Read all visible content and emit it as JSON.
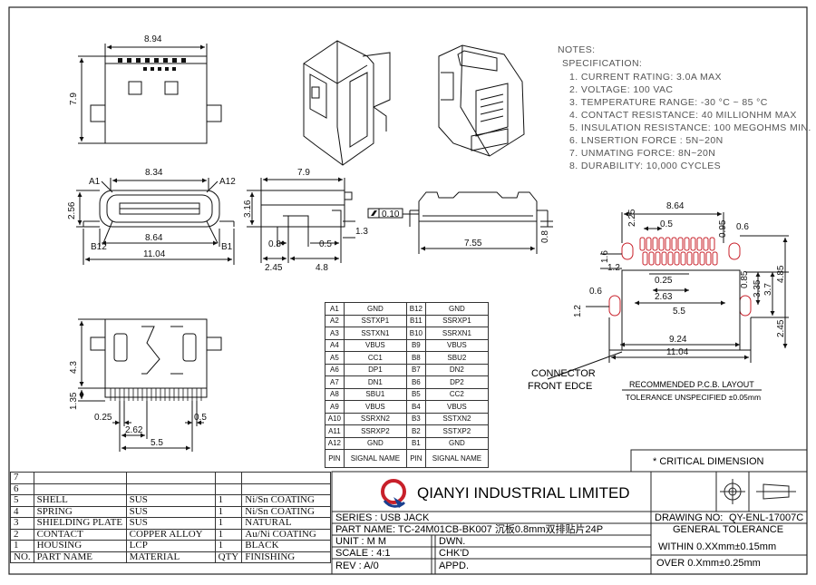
{
  "top_dims": {
    "width_top": "8.94",
    "height_top": "7.9"
  },
  "front_dims": {
    "width_inner": "8.34",
    "a1": "A1",
    "a12": "A12",
    "b12": "B12",
    "b1": "B1",
    "height": "2.56",
    "width_mid": "8.64",
    "width_total": "11.04"
  },
  "side_dims": {
    "length": "7.9",
    "height": "3.16",
    "d1": "0.8",
    "d2": "0.5",
    "d3": "1.3",
    "d4": "2.45",
    "d5": "4.8"
  },
  "end_dims": {
    "flatness": "0.10",
    "span": "7.55",
    "thick": "0.8"
  },
  "bottom_dims": {
    "h1": "4.3",
    "h2": "1.35",
    "p1": "0.25",
    "p2": "0.5",
    "p3": "2.62",
    "p4": "5.5"
  },
  "notes": {
    "title": "NOTES:",
    "subtitle": "SPECIFICATION:",
    "items": [
      "1. CURRENT RATING: 3.0A MAX",
      "2. VOLTAGE: 100 VAC",
      "3. TEMPERATURE RANGE: -30 °C ~ 85 °C",
      "4. CONTACT RESISTANCE: 40 MILLIONHM MAX",
      "5. INSULATION RESISTANCE: 100 MEGOHMS MIN.",
      "6. LNSERTION FORCE : 5N~20N",
      "7. UNMATING FORCE: 8N~20N",
      "8. DURABILITY:   10,000 CYCLES"
    ]
  },
  "pcb_dims": {
    "w1": "8.64",
    "d225": "2.25",
    "d05a": "0.5",
    "d095": "0.95",
    "d06a": "0.6",
    "d16": "1.6",
    "d12a": "1.2",
    "d025": "0.25",
    "d263": "2.63",
    "d085": "0.85",
    "d335": "3.35",
    "d37": "3.7",
    "d485": "4.85",
    "d06b": "0.6",
    "d12b": "1.2",
    "d55": "5.5",
    "d245": "2.45",
    "d924": "9.24",
    "d1104": "11.04"
  },
  "connector_label": [
    "CONNECTOR",
    "FRONT  EDCE"
  ],
  "pcb_title": "RECOMMENDED P.C.B. LAYOUT",
  "pcb_tol": "TOLERANCE UNSPECIFIED ±0.05mm",
  "pin_table": {
    "rows": [
      [
        "A1",
        "GND",
        "B12",
        "GND"
      ],
      [
        "A2",
        "SSTXP1",
        "B11",
        "SSRXP1"
      ],
      [
        "A3",
        "SSTXN1",
        "B10",
        "SSRXN1"
      ],
      [
        "A4",
        "VBUS",
        "B9",
        "VBUS"
      ],
      [
        "A5",
        "CC1",
        "B8",
        "SBU2"
      ],
      [
        "A6",
        "DP1",
        "B7",
        "DN2"
      ],
      [
        "A7",
        "DN1",
        "B6",
        "DP2"
      ],
      [
        "A8",
        "SBU1",
        "B5",
        "CC2"
      ],
      [
        "A9",
        "VBUS",
        "B4",
        "VBUS"
      ],
      [
        "A10",
        "SSRXN2",
        "B3",
        "SSTXN2"
      ],
      [
        "A11",
        "SSRXP2",
        "B2",
        "SSTXP2"
      ],
      [
        "A12",
        "GND",
        "B1",
        "GND"
      ]
    ],
    "header": [
      "PIN",
      "SIGNAL NAME",
      "PIN",
      "SIGNAL NAME"
    ]
  },
  "critical": "* CRITICAL  DIMENSION",
  "bom": {
    "empty_rows": [
      "7",
      "6"
    ],
    "rows": [
      [
        "5",
        "SHELL",
        "SUS",
        "1",
        "Ni/Sn COATING"
      ],
      [
        "4",
        "SPRING",
        "SUS",
        "1",
        "Ni/Sn COATING"
      ],
      [
        "3",
        "SHIELDING PLATE",
        "SUS",
        "1",
        "NATURAL"
      ],
      [
        "2",
        "CONTACT",
        "COPPER ALLOY",
        "1",
        "Au/Ni COATING"
      ],
      [
        "1",
        "HOUSING",
        "LCP",
        "1",
        "BLACK"
      ]
    ],
    "header": [
      "NO.",
      "PART NAME",
      "MATERIAL",
      "QTY",
      "FINISHING"
    ]
  },
  "title_block": {
    "company": "QIANYI INDUSTRIAL LIMITED",
    "series": "SERIES : USB JACK",
    "part_name": "PART NAME: TC-24M01CB-BK007  沉板0.8mm双排贴片24P",
    "unit": "UNIT : M M",
    "dwn": "DWN.",
    "scale": "SCALE : 4:1",
    "chkd": "CHK'D",
    "rev": "REV  : A/0",
    "appd": "APPD.",
    "drawing_no_label": "DRAWING NO:",
    "drawing_no": "QY-ENL-17007C",
    "general_tol": "GENERAL TOLERANCE",
    "tol1": "WITHIN 0.XXmm±0.15mm",
    "tol2": "OVER   0.Xmm±0.25mm"
  },
  "colors": {
    "logo_red": "#c8202a",
    "logo_blue": "#1a3f8f"
  }
}
